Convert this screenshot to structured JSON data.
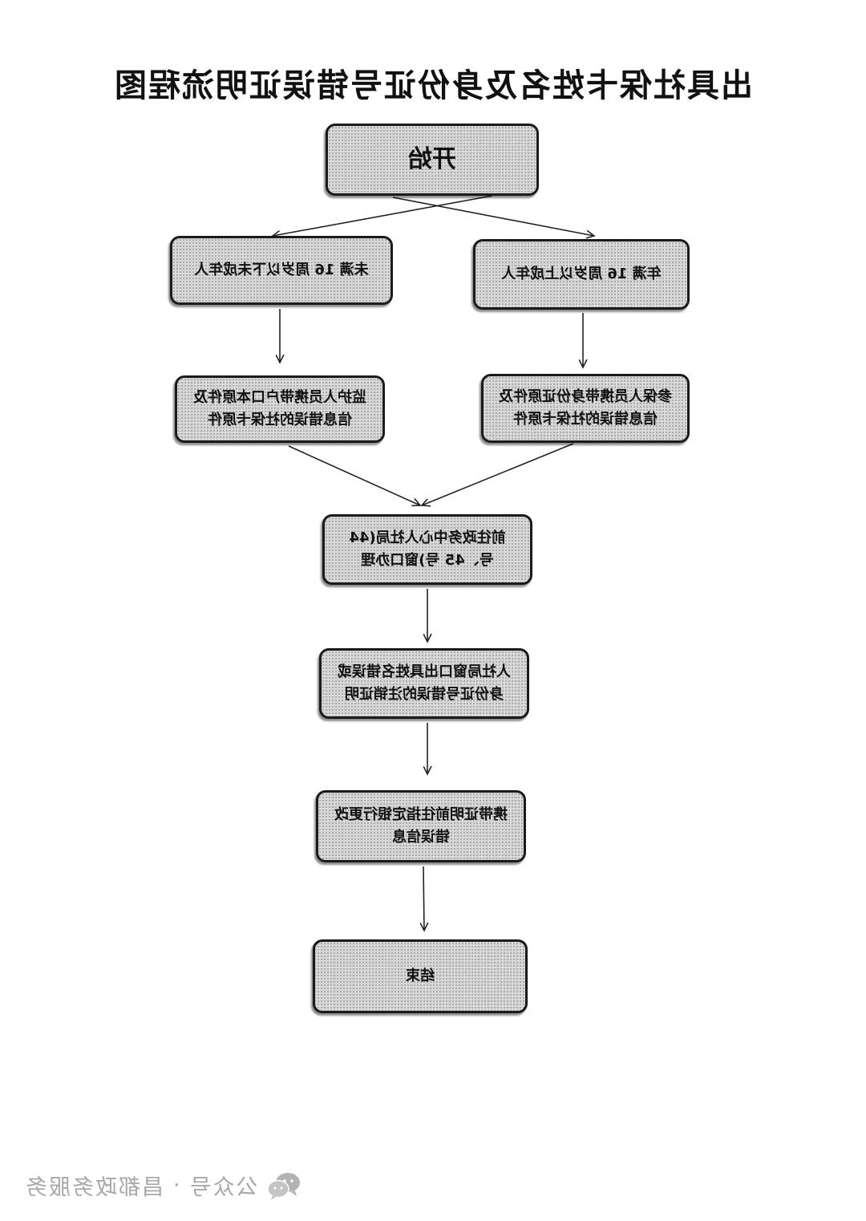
{
  "title": "出具社保卡姓名及身份证号错误证明流程图",
  "nodes": {
    "start": "开始",
    "minor": "未满 16 周岁以下未成年人",
    "adult": "年满 16 周岁以上成年人",
    "minor_docs": "监护人员携带户口本原件及信息错误的社保卡原件",
    "adult_docs": "参保人员携带身份证原件及信息错误的社保卡原件",
    "visit_window": "前往政务中心人社局(44 号、45 号)窗口办理",
    "issue_certificate": "人社局窗口出具姓名错误或身份证号错误的注销证明",
    "bank_update": "携带证明前往指定银行更改错误信息",
    "end": "结束"
  },
  "watermark": {
    "prefix": "公众号",
    "separator": "·",
    "name": "昌都政务服务",
    "icon": "wechat-icon"
  },
  "colors": {
    "box_fill": "#dcdcdc",
    "border": "#1a1a1a",
    "watermark": "#a8a8a8"
  }
}
